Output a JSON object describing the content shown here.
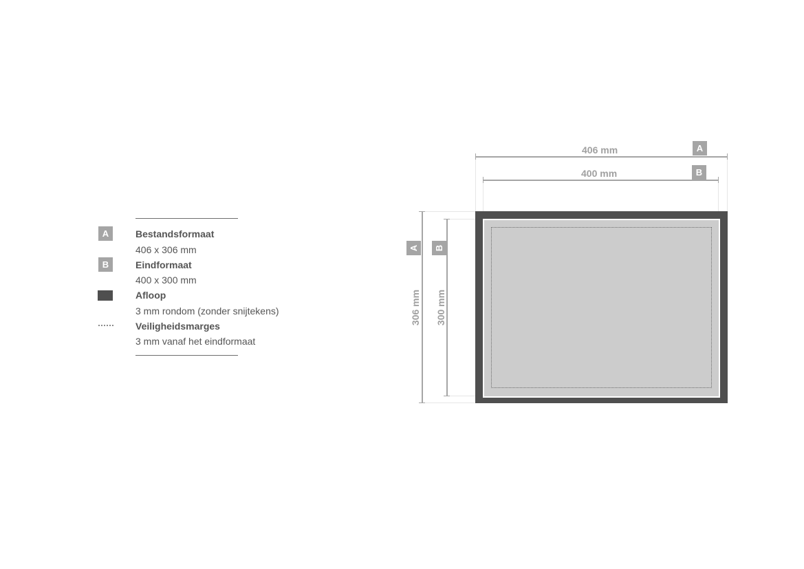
{
  "legend": {
    "items": [
      {
        "badge": "A",
        "title": "Bestandsformaat",
        "desc": "406 x 306 mm"
      },
      {
        "badge": "B",
        "title": "Eindformaat",
        "desc": "400 x 300 mm"
      },
      {
        "icon": "bleed-swatch-icon",
        "title": "Afloop",
        "desc": "3 mm rondom (zonder snijtekens)"
      },
      {
        "icon": "dotted-line-icon",
        "title": "Veiligheidsmarges",
        "desc": "3 mm vanaf het eindformaat"
      }
    ]
  },
  "dimensions": {
    "top_a": {
      "label": "406 mm",
      "badge": "A"
    },
    "top_b": {
      "label": "400 mm",
      "badge": "B"
    },
    "left_a": {
      "label": "306 mm",
      "badge": "A"
    },
    "left_b": {
      "label": "300 mm",
      "badge": "B"
    }
  },
  "colors": {
    "bleed": "#4f4f4f",
    "trim_border": "#ffffff",
    "safe_area": "#cccccc",
    "badge": "#a5a5a5",
    "dimension_line": "#a5a5a5"
  }
}
